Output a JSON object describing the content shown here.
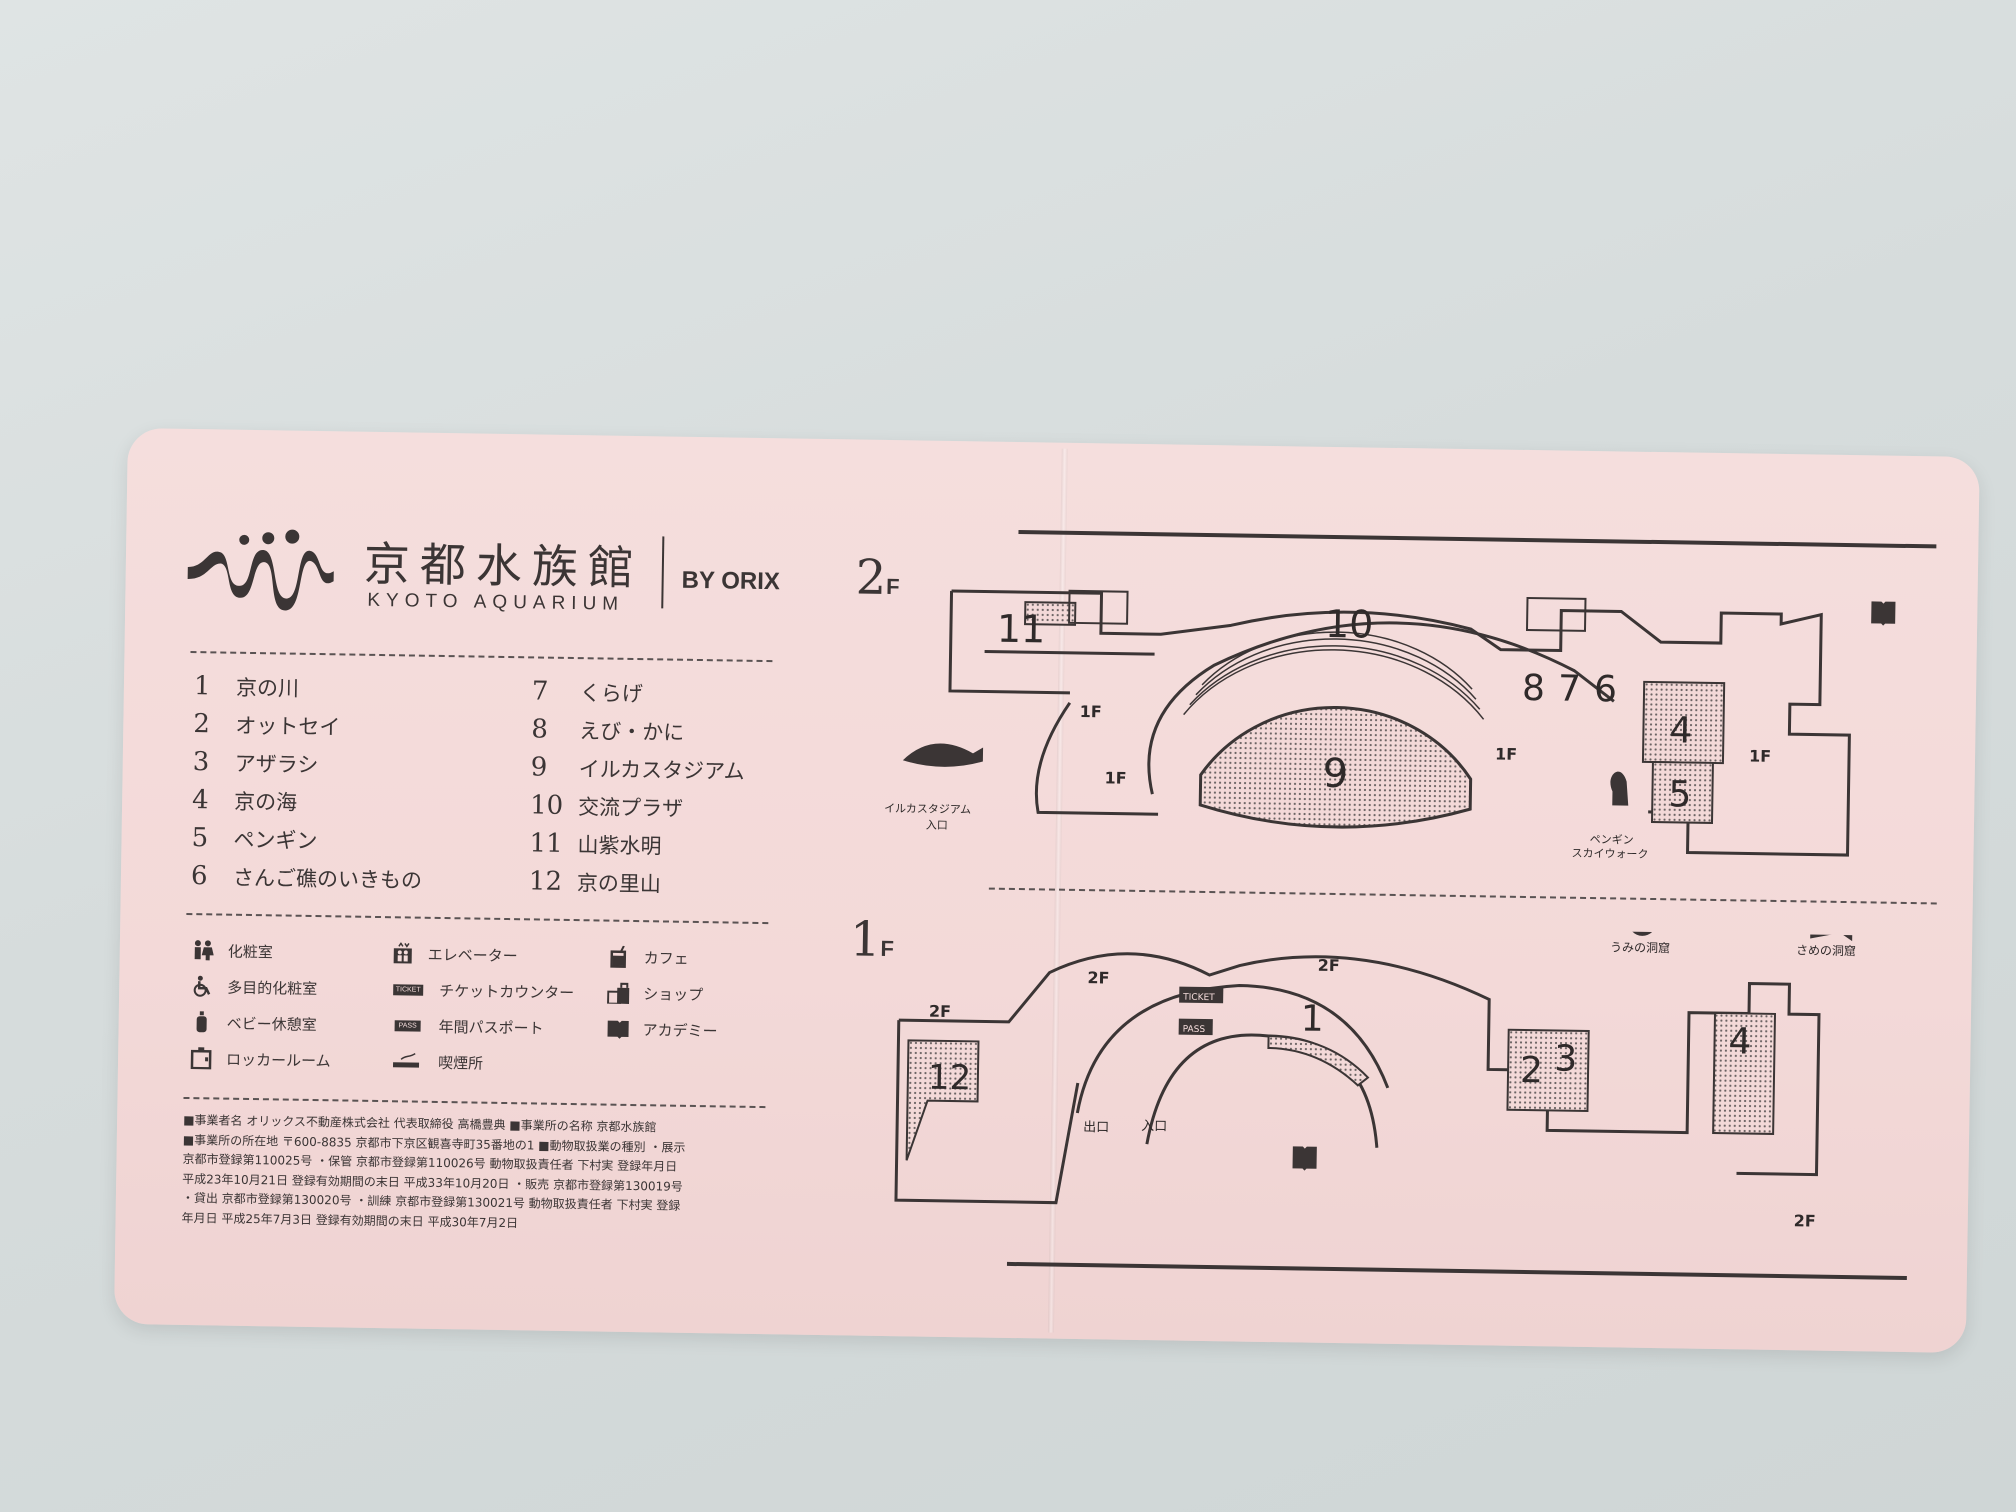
{
  "brand": {
    "name_jp": "京都水族館",
    "name_en": "KYOTO AQUARIUM",
    "by": "BY ORIX"
  },
  "exhibits": [
    {
      "num": "1",
      "name": "京の川"
    },
    {
      "num": "2",
      "name": "オットセイ"
    },
    {
      "num": "3",
      "name": "アザラシ"
    },
    {
      "num": "4",
      "name": "京の海"
    },
    {
      "num": "5",
      "name": "ペンギン"
    },
    {
      "num": "6",
      "name": "さんご礁のいきもの"
    },
    {
      "num": "7",
      "name": "くらげ"
    },
    {
      "num": "8",
      "name": "えび・かに"
    },
    {
      "num": "9",
      "name": "イルカスタジアム"
    },
    {
      "num": "10",
      "name": "交流プラザ"
    },
    {
      "num": "11",
      "name": "山紫水明"
    },
    {
      "num": "12",
      "name": "京の里山"
    }
  ],
  "legend": [
    {
      "icon": "restroom-icon",
      "label": "化粧室"
    },
    {
      "icon": "accessible-restroom-icon",
      "label": "多目的化粧室"
    },
    {
      "icon": "baby-room-icon",
      "label": "ベビー休憩室"
    },
    {
      "icon": "locker-icon",
      "label": "ロッカールーム"
    },
    {
      "icon": "elevator-icon",
      "label": "エレベーター"
    },
    {
      "icon": "ticket-icon",
      "label": "チケットカウンター",
      "badge": "TICKET"
    },
    {
      "icon": "pass-icon",
      "label": "年間パスポート",
      "badge": "PASS"
    },
    {
      "icon": "smoking-icon",
      "label": "喫煙所"
    },
    {
      "icon": "cafe-icon",
      "label": "カフェ"
    },
    {
      "icon": "shop-icon",
      "label": "ショップ"
    },
    {
      "icon": "academy-icon",
      "label": "アカデミー"
    }
  ],
  "fine_print": [
    "■事業者名 オリックス不動産株式会社 代表取締役 高橋豊典 ■事業所の名称 京都水族館",
    "■事業所の所在地 〒600-8835 京都市下京区観喜寺町35番地の1 ■動物取扱業の種別 ・展示",
    "京都市登録第110025号 ・保管 京都市登録第110026号 動物取扱責任者 下村実 登録年月日",
    "平成23年10月21日 登録有効期間の末日 平成33年10月20日 ・販売 京都市登録第130019号",
    "・貸出 京都市登録第130020号 ・訓練 京都市登録第130021号 動物取扱責任者 下村実 登録",
    "年月日 平成25年7月3日 登録有効期間の末日 平成30年7月2日"
  ],
  "floor2": {
    "label_num": "2",
    "label_suffix": "F",
    "area_numbers": [
      "11",
      "10",
      "9",
      "8",
      "7",
      "6",
      "4",
      "5"
    ],
    "to_1f": "1F",
    "dolphin_entrance_line1": "イルカスタジアム",
    "dolphin_entrance_line2": "入口",
    "penguin_walk_line1": "ペンギン",
    "penguin_walk_line2": "スカイウォーク"
  },
  "floor1": {
    "label_num": "1",
    "label_suffix": "F",
    "area_numbers": [
      "12",
      "1",
      "2",
      "3",
      "4"
    ],
    "to_2f": "2F",
    "exit": "出口",
    "entrance": "入口",
    "ticket_badge": "TICKET",
    "pass_badge": "PASS",
    "sea_cave": "うみの洞窟",
    "shark_cave": "さめの洞窟"
  }
}
